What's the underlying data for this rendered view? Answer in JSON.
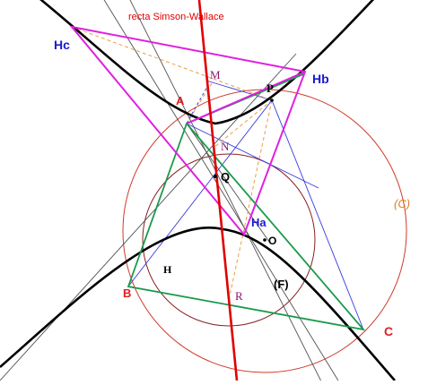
{
  "title": "recta Simson-Wallace",
  "points": {
    "Hc": "Hc",
    "Hb": "Hb",
    "Ha": "Ha",
    "A": "A",
    "B": "B",
    "C": "C",
    "M": "M",
    "N": "N",
    "P": "P",
    "Q": "Q",
    "O": "O",
    "H": "H",
    "R": "R"
  },
  "curves": {
    "circle_C": "(C)",
    "conic_F": "(F)"
  },
  "colors": {
    "title": "#e00000",
    "simson_line": "#e00000",
    "circumcircle": "#d03a2a",
    "small_circle": "#8a2020",
    "hyperbola": "#000000",
    "triangle_abc": "#1a9a4a",
    "triangle_h": "#e020e0",
    "lines_blue": "#3a3ae0",
    "lines_gray": "#505050",
    "dashed": "#e8a040",
    "label_blue": "#1a1ad0",
    "label_red": "#e02020",
    "label_purple": "#8a1a6a",
    "label_orange": "#e08020"
  }
}
